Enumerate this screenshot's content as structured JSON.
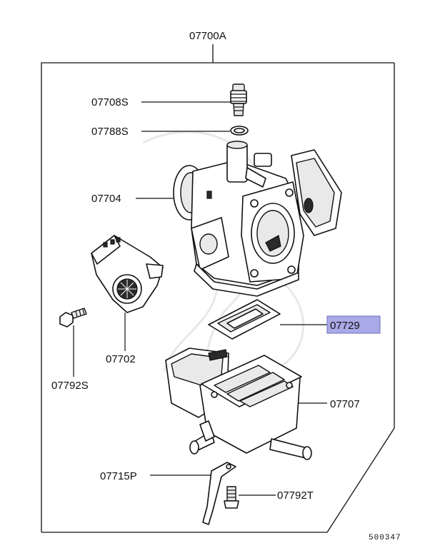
{
  "diagram": {
    "assembly_label": "07700A",
    "highlight_color": "#a9a9e8",
    "labels": {
      "p07708S": "07708S",
      "p07788S": "07788S",
      "p07704": "07704",
      "p07702": "07702",
      "p07792S": "07792S",
      "p07729": "07729",
      "p07707": "07707",
      "p07715P": "07715P",
      "p07792T": "07792T"
    },
    "footer_code": "500347"
  }
}
